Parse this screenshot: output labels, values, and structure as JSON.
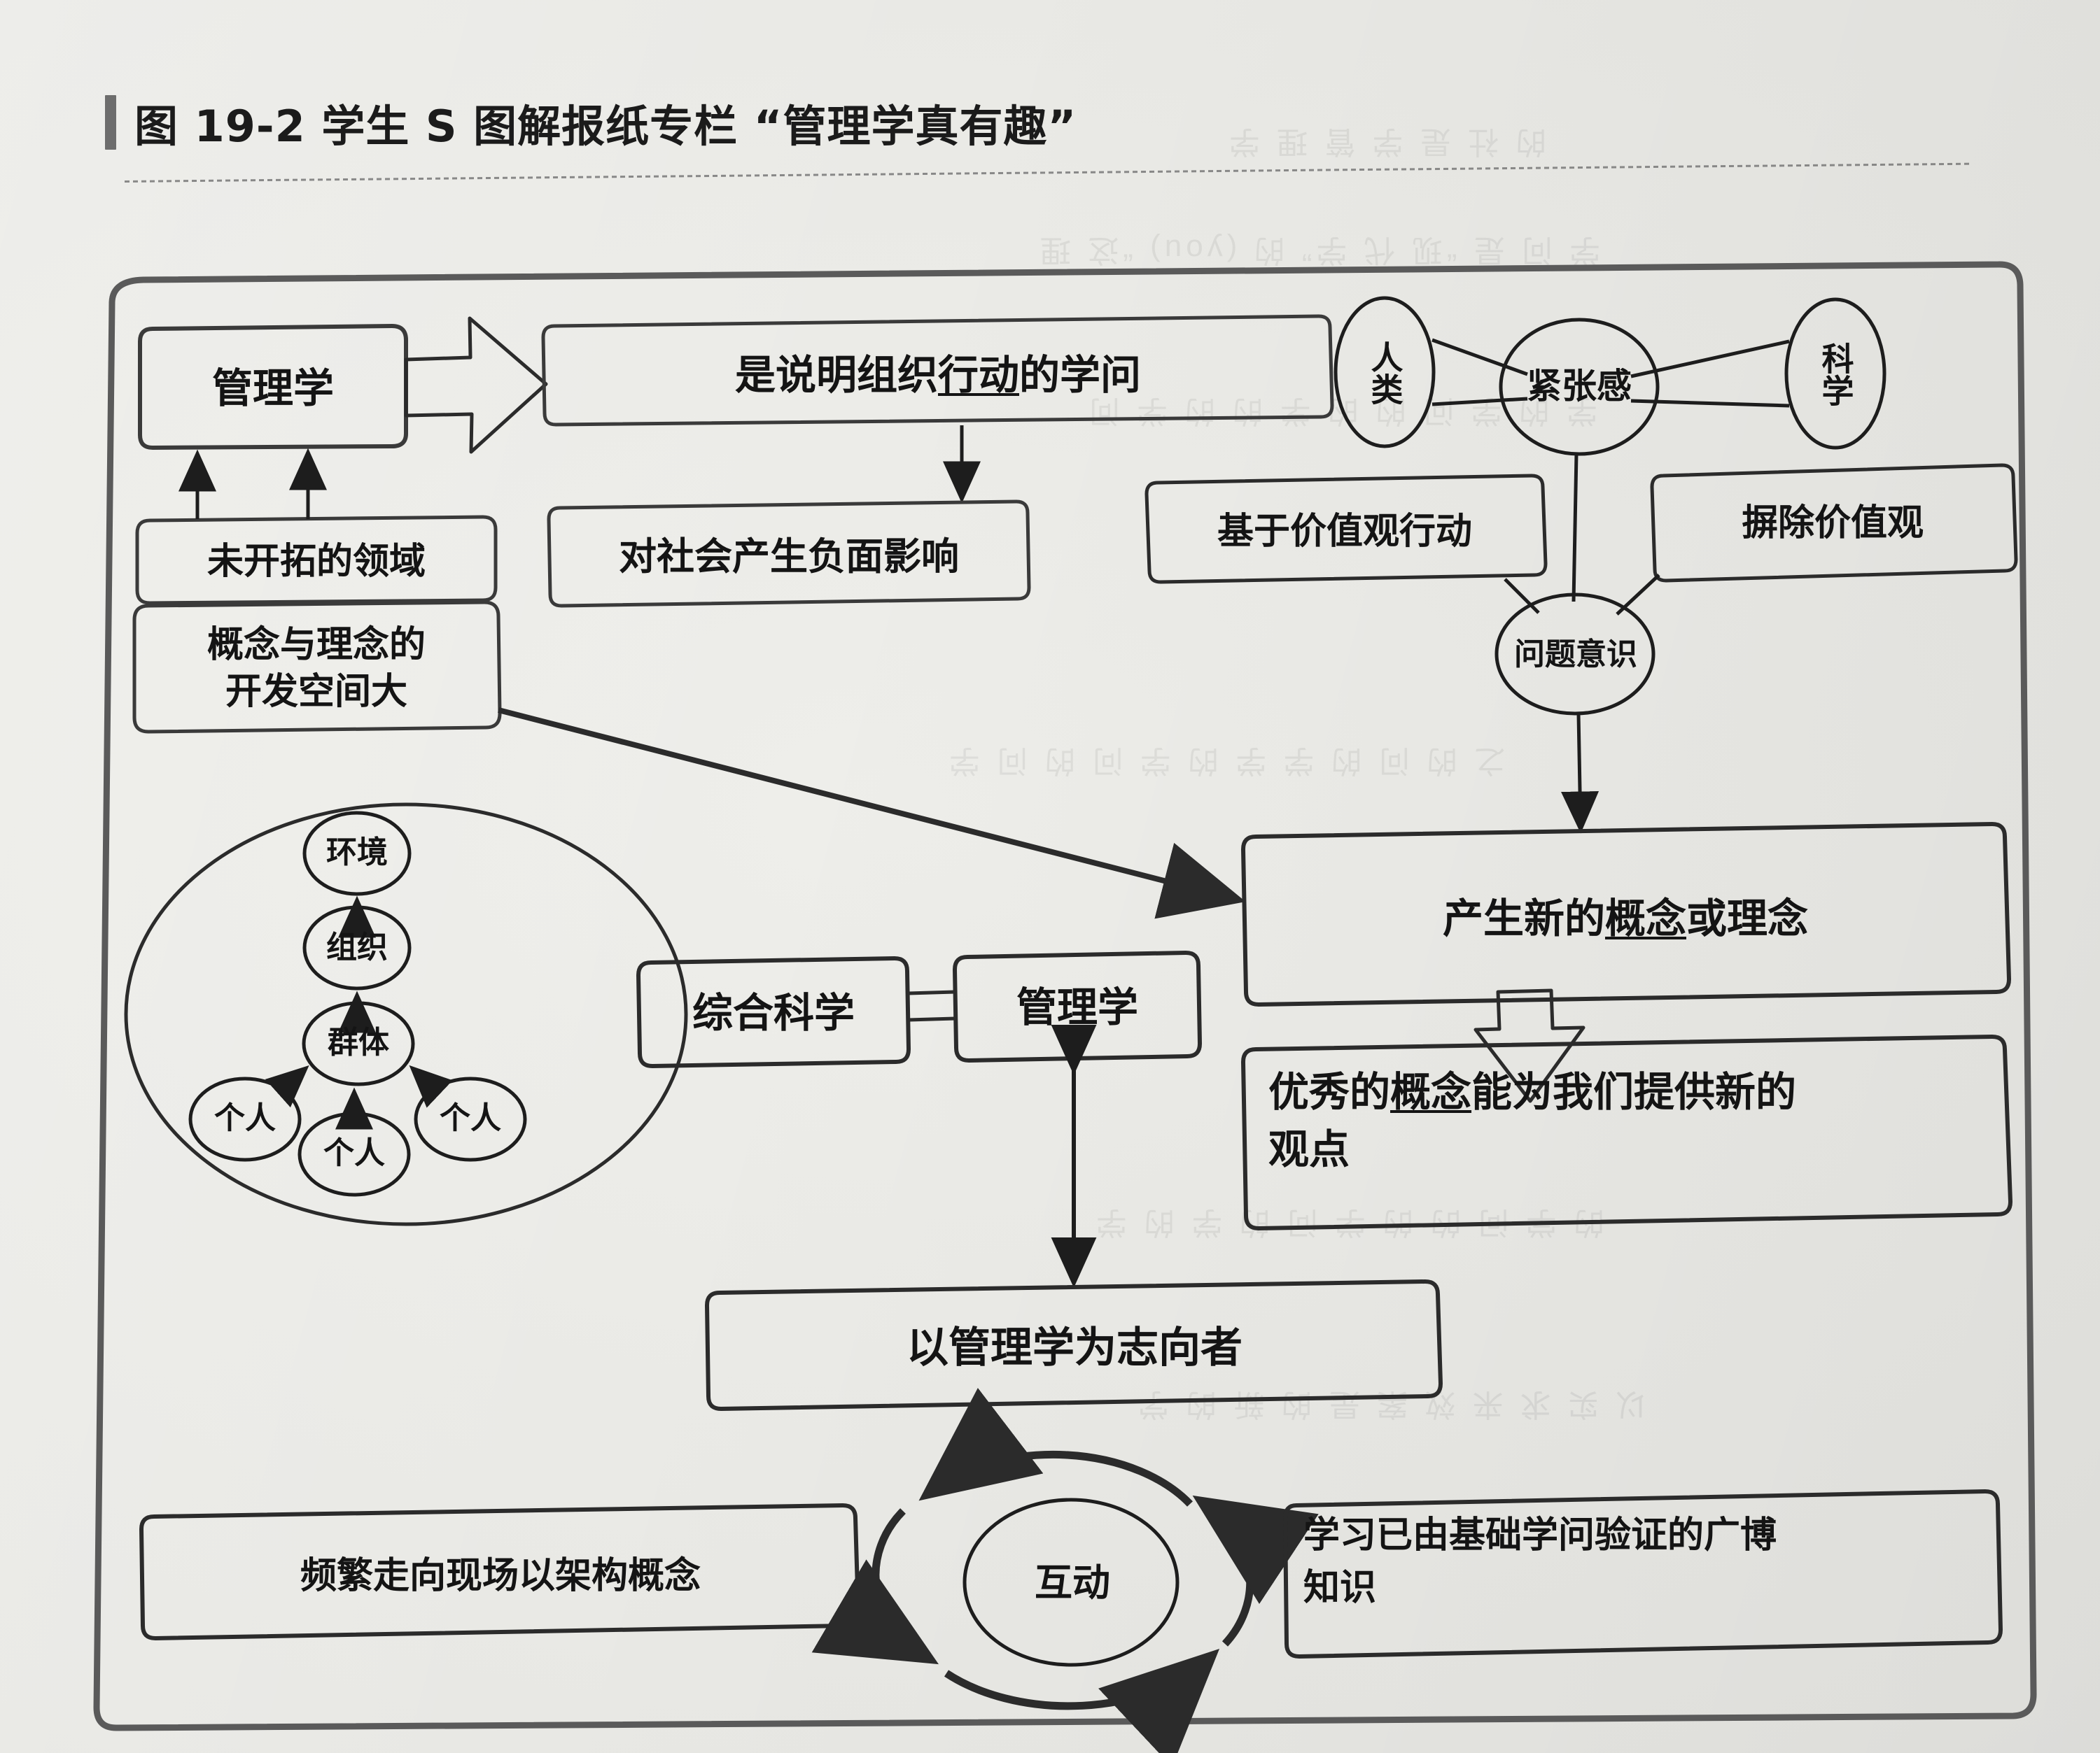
{
  "caption": {
    "figure_number": "图 19-2",
    "title": "学生 S 图解报纸专栏 “管理学真有趣”",
    "full": "图 19-2   学生 S 图解报纸专栏 “管理学真有趣”"
  },
  "diagram": {
    "type": "concept-map",
    "nodes": {
      "guanlixue_top": {
        "label": "管理学",
        "shape": "rounded-rect"
      },
      "shuoming": {
        "label": "是说明组织行动的学问",
        "shape": "rounded-rect",
        "underline": "行动"
      },
      "weikaituo": {
        "label": "未开拓的领域",
        "shape": "rounded-rect"
      },
      "gainian_kongjian": {
        "label": "概念与理念的\n开发空间大",
        "shape": "rounded-rect"
      },
      "fumianyingxiang": {
        "label": "对社会产生负面影响",
        "shape": "rounded-rect"
      },
      "renlei": {
        "label": "人类",
        "shape": "ellipse"
      },
      "jinzhanggan": {
        "label": "紧张感",
        "shape": "ellipse"
      },
      "kexue": {
        "label": "科学",
        "shape": "ellipse"
      },
      "jiyujiazhiguan": {
        "label": "基于价值观行动",
        "shape": "rounded-rect"
      },
      "bingchujiazhiguan": {
        "label": "摒除价值观",
        "shape": "rounded-rect"
      },
      "wentiyishi": {
        "label": "问题意识",
        "shape": "ellipse"
      },
      "chanshengxingainian": {
        "label": "产生新的概念或理念",
        "shape": "rounded-rect",
        "underline": "概念"
      },
      "youxiugainian": {
        "label": "优秀的概念能为我们提供新的\n观点",
        "shape": "rounded-rect",
        "underline": "概念"
      },
      "huanjing": {
        "label": "环境",
        "shape": "ellipse"
      },
      "zuzhi": {
        "label": "组织",
        "shape": "ellipse"
      },
      "quanti": {
        "label": "群体",
        "shape": "ellipse"
      },
      "geren_left": {
        "label": "个人",
        "shape": "ellipse"
      },
      "geren_center": {
        "label": "个人",
        "shape": "ellipse"
      },
      "geren_right": {
        "label": "个人",
        "shape": "ellipse"
      },
      "zonghekexue": {
        "label": "综合科学",
        "shape": "rounded-rect"
      },
      "guanlixue_mid": {
        "label": "管理学",
        "shape": "rounded-rect"
      },
      "zhixiangzhe": {
        "label": "以管理学为志向者",
        "shape": "rounded-rect"
      },
      "pinfanzouxiang": {
        "label": "频繁走向现场以架构概念",
        "shape": "rounded-rect"
      },
      "hudong": {
        "label": "互动",
        "shape": "ellipse"
      },
      "xuexiyiyou": {
        "label": "学习已由基础学问验证的广博\n知识",
        "shape": "rounded-rect"
      }
    },
    "edges": [
      {
        "from": "guanlixue_top",
        "to": "shuoming",
        "style": "block-arrow"
      },
      {
        "from": "shuoming",
        "to": "fumianyingxiang",
        "style": "arrow"
      },
      {
        "from": "weikaituo",
        "to": "guanlixue_top",
        "style": "arrow"
      },
      {
        "from": "gainian_kongjian",
        "to": "guanlixue_top",
        "style": "arrow"
      },
      {
        "from": "gainian_kongjian",
        "to": "chanshengxingainian",
        "style": "arrow"
      },
      {
        "from": "renlei",
        "to": "jinzhanggan",
        "style": "bowtie"
      },
      {
        "from": "kexue",
        "to": "jinzhanggan",
        "style": "bowtie"
      },
      {
        "from": "jinzhanggan",
        "to": "wentiyishi",
        "style": "line"
      },
      {
        "from": "jiyujiazhiguan",
        "to": "wentiyishi",
        "style": "line"
      },
      {
        "from": "bingchujiazhiguan",
        "to": "wentiyishi",
        "style": "line"
      },
      {
        "from": "wentiyishi",
        "to": "chanshengxingainian",
        "style": "arrow"
      },
      {
        "from": "chanshengxingainian",
        "to": "youxiugainian",
        "style": "block-arrow"
      },
      {
        "from": "geren_left",
        "to": "quanti",
        "style": "arrow"
      },
      {
        "from": "geren_center",
        "to": "quanti",
        "style": "arrow"
      },
      {
        "from": "geren_right",
        "to": "quanti",
        "style": "arrow"
      },
      {
        "from": "quanti",
        "to": "zuzhi",
        "style": "arrow"
      },
      {
        "from": "zuzhi",
        "to": "huanjing",
        "style": "arrow"
      },
      {
        "from": "zonghekexue",
        "to": "guanlixue_mid",
        "style": "double-line"
      },
      {
        "from": "guanlixue_mid",
        "to": "zhixiangzhe",
        "style": "double-arrow"
      },
      {
        "from": "hudong",
        "to": "hudong",
        "style": "cycle"
      }
    ],
    "colors": {
      "ink": "#1b1b1b",
      "line": "#2a2a2a",
      "frame": "#4a4a4a",
      "paper": "#e9e9e6"
    }
  },
  "ghost_text": {
    "lines": [
      "的 社 是 学 管 理 学",
      "学 问 是 “现 代 学” 的 (you) “这 理",
      "学 的 学 问 的 的 学 的 的 学 问",
      "之 的 问 的 学 学 的 学 问 的 问 学",
      "的 学 问 的 的 学 问 的 学 的 学",
      "以 实 求 来 效 案 是 的 新 的 学"
    ]
  }
}
